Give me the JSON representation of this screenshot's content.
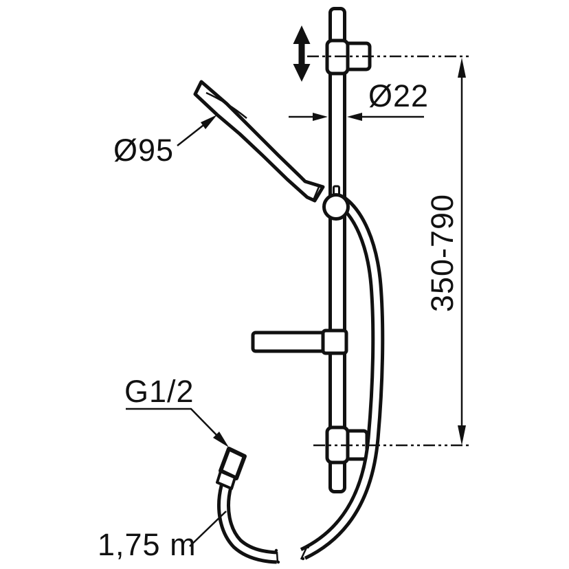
{
  "drawing": {
    "subject": "shower-rail-set-technical-drawing",
    "colors": {
      "line": "#111111",
      "background": "#ffffff"
    },
    "dimensions": {
      "head_diameter": "Ø95",
      "bar_diameter": "Ø22",
      "height_range": "350-790",
      "thread_size": "G1/2",
      "hose_length": "1,75 m"
    },
    "icons": [
      {
        "name": "height-adjust-arrow-icon",
        "meaning": "slider moves up and down"
      }
    ]
  }
}
